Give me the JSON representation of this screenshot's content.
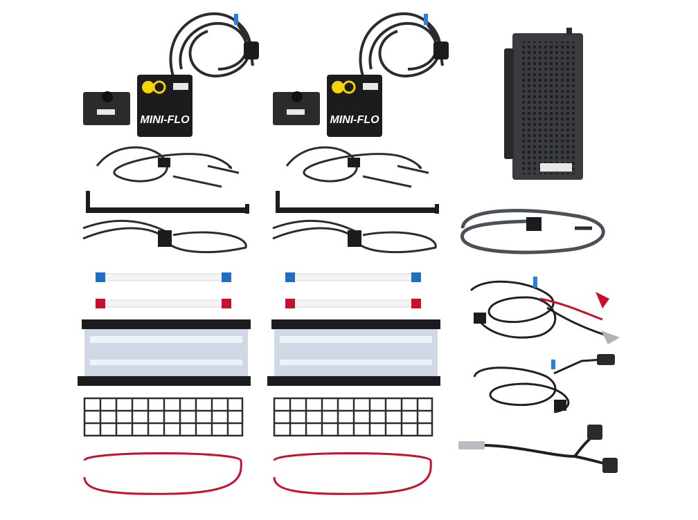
{
  "image": {
    "kind": "product-kit-photo",
    "background": "#ffffff"
  },
  "kits": [
    {
      "id": "left",
      "controller_brand": "MINI-FLO",
      "logo": "kino-flo-logo",
      "tube_cap_colors": [
        "#1f6fc0",
        "#c8102e"
      ]
    },
    {
      "id": "right",
      "controller_brand": "MINI-FLO",
      "logo": "kino-flo-logo",
      "tube_cap_colors": [
        "#1f6fc0",
        "#c8102e"
      ]
    }
  ],
  "colors": {
    "cable": "#2a2d30",
    "housing": "#1c1c1e",
    "reflector": "#cfd8e4",
    "power_supply": "#3a3c40",
    "red_wire": "#c8102e",
    "tag_blue": "#2a7fd6"
  }
}
